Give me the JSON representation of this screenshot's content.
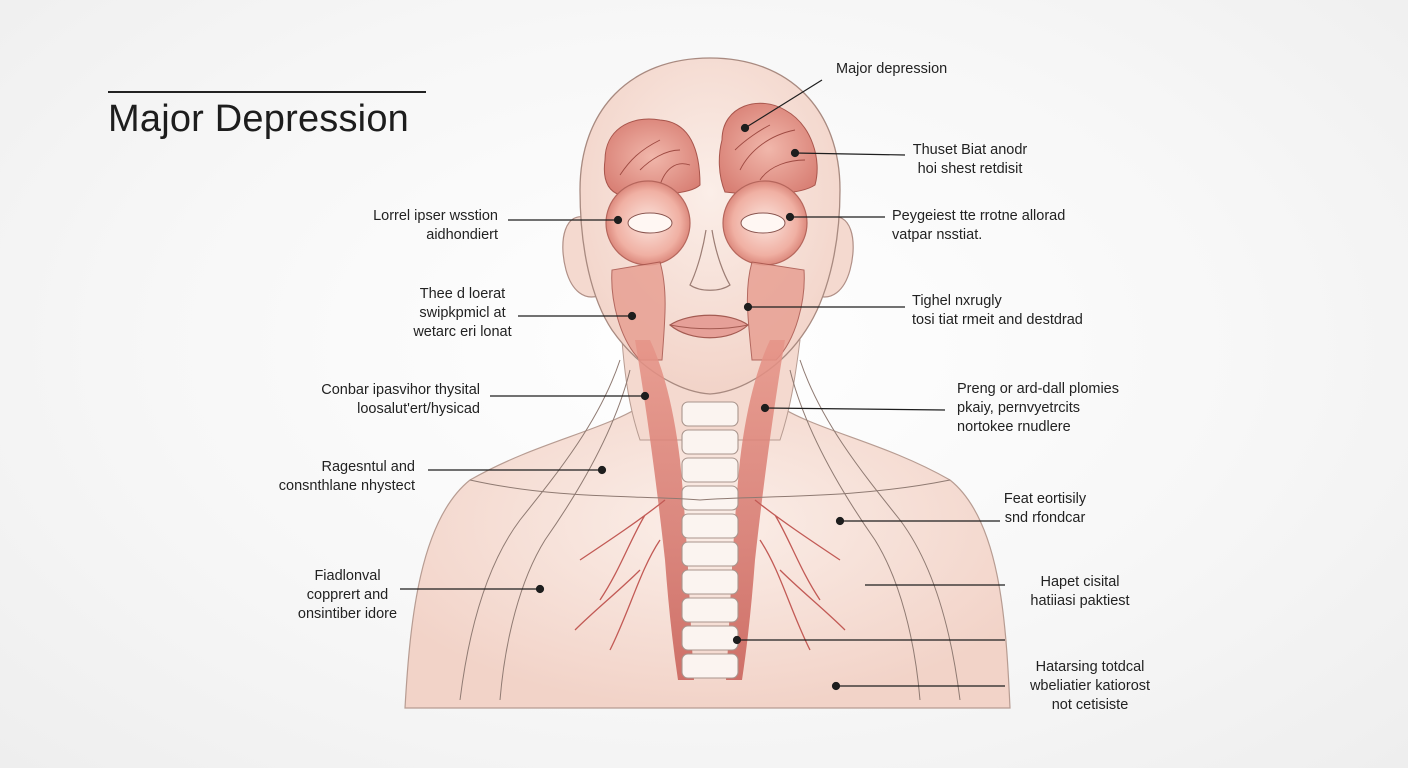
{
  "title": "Major Depression",
  "callouts": [
    {
      "id": "c1",
      "lines": [
        "Major depression"
      ]
    },
    {
      "id": "c2",
      "lines": [
        "Thuset Biat anodr",
        "hoi shest retdisit"
      ]
    },
    {
      "id": "c3",
      "lines": [
        "Lorrel ipser wsstion",
        "aidhondiert"
      ]
    },
    {
      "id": "c4",
      "lines": [
        "Peygeiest tte rrotne allorad",
        "vatpar nsstiat."
      ]
    },
    {
      "id": "c5",
      "lines": [
        "Thee d loerat",
        "swipkpmicl at",
        "wetarc eri lonat"
      ]
    },
    {
      "id": "c6",
      "lines": [
        "Tighel nxrugly",
        "tosi tiat rmeit and destdrad"
      ]
    },
    {
      "id": "c7",
      "lines": [
        "Conbar ipasvihor thysital",
        "loosalut'ert/hysicad"
      ]
    },
    {
      "id": "c8",
      "lines": [
        "Preng or ard-dall plomies",
        "pkaiy, pernvyetrcits",
        "nortokee rnudlere"
      ]
    },
    {
      "id": "c9",
      "lines": [
        "Ragesntul and",
        "consnthlane nhystect"
      ]
    },
    {
      "id": "c10",
      "lines": [
        "Feat eortisily",
        "snd rfondcar"
      ]
    },
    {
      "id": "c11",
      "lines": [
        "Fiadlonval",
        "copprert and",
        "onsintiber idore"
      ]
    },
    {
      "id": "c12",
      "lines": [
        "Hapet cisital",
        "hatiiasi paktiest"
      ]
    },
    {
      "id": "c13",
      "lines": [
        "Hatarsing totdcal",
        "wbeliatier katiorost",
        "not cetisiste"
      ]
    }
  ],
  "colors": {
    "vessel": "#c25a55",
    "skin": "#f7e0d6",
    "organ": "#e49a8f",
    "line": "#222222"
  }
}
